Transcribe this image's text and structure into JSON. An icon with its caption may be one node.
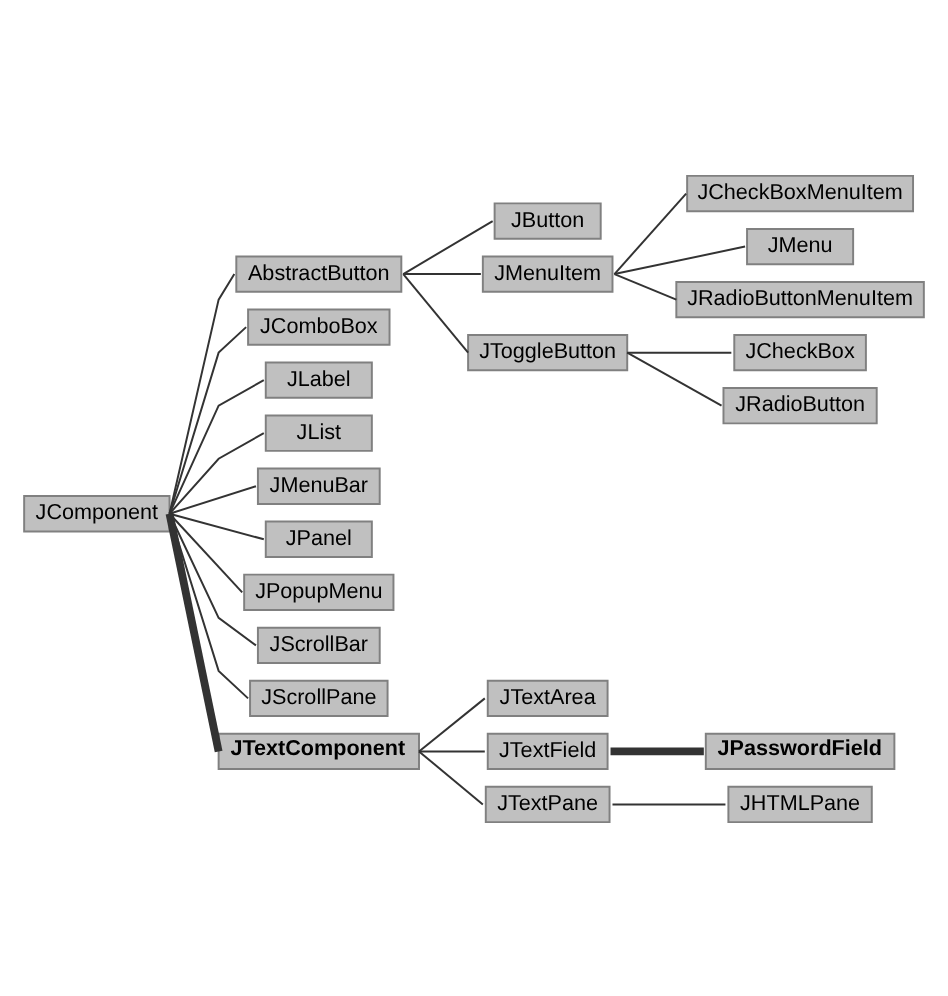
{
  "diagram": {
    "nodes": [
      {
        "text": [
          "JComponent"
        ]
      },
      {
        "text": [
          "AbstractButton"
        ]
      },
      {
        "text": [
          "JButton"
        ]
      },
      {
        "text": [
          "JMenuItem"
        ]
      },
      {
        "text": [
          "JCheckBoxMenuItem"
        ]
      },
      {
        "text": [
          "JMenu"
        ]
      },
      {
        "text": [
          "JRadioButtonMenuItem"
        ]
      },
      {
        "text": [
          "JToggleButton"
        ]
      },
      {
        "text": [
          "JCheckBox"
        ]
      },
      {
        "text": [
          "JRadioButton"
        ]
      },
      {
        "text": [
          "JComboBox"
        ]
      },
      {
        "text": [
          "JLabel"
        ]
      },
      {
        "text": [
          "JList"
        ]
      },
      {
        "text": [
          "JMenuBar"
        ]
      },
      {
        "text": [
          "JPanel"
        ]
      },
      {
        "text": [
          "JPopupMenu"
        ]
      },
      {
        "text": [
          "JScrollBar"
        ]
      },
      {
        "text": [
          "JScrollPane"
        ]
      },
      {
        "text": [
          "JTextComponent"
        ]
      },
      {
        "text": [
          "JTextArea"
        ]
      },
      {
        "text": [
          "JTextField"
        ]
      },
      {
        "text": [
          "JPasswordField"
        ]
      },
      {
        "text": [
          "JTextPane"
        ]
      },
      {
        "text": [
          "JHTMLPane"
        ]
      }
    ],
    "edges": [
      {
        "from": 0,
        "to": 1,
        "arrow": "none"
      },
      {
        "from": 1,
        "to": 2,
        "arrow": "none"
      },
      {
        "from": 1,
        "to": 3,
        "arrow": "none"
      },
      {
        "from": 3,
        "to": 4,
        "arrow": "none"
      },
      {
        "from": 3,
        "to": 5,
        "arrow": "none"
      },
      {
        "from": 3,
        "to": 6,
        "arrow": "none"
      },
      {
        "from": 1,
        "to": 7,
        "arrow": "none"
      },
      {
        "from": 7,
        "to": 8,
        "arrow": "none"
      },
      {
        "from": 7,
        "to": 9,
        "arrow": "none"
      },
      {
        "from": 0,
        "to": 10,
        "arrow": "none"
      },
      {
        "from": 0,
        "to": 11,
        "arrow": "none"
      },
      {
        "from": 0,
        "to": 12,
        "arrow": "none"
      },
      {
        "from": 0,
        "to": 13,
        "arrow": "none"
      },
      {
        "from": 0,
        "to": 14,
        "arrow": "none"
      },
      {
        "from": 0,
        "to": 15,
        "arrow": "none"
      },
      {
        "from": 0,
        "to": 16,
        "arrow": "none"
      },
      {
        "from": 0,
        "to": 17,
        "arrow": "none"
      },
      {
        "from": 0,
        "to": 18,
        "arrow": "none",
        "style": "thick"
      },
      {
        "from": 18,
        "to": 19,
        "arrow": "none"
      },
      {
        "from": 18,
        "to": 20,
        "arrow": "none"
      },
      {
        "from": 20,
        "to": 21,
        "arrow": "none",
        "style": "thick"
      },
      {
        "from": 18,
        "to": 22,
        "arrow": "none"
      },
      {
        "from": 22,
        "to": 23,
        "arrow": "none"
      }
    ]
  }
}
